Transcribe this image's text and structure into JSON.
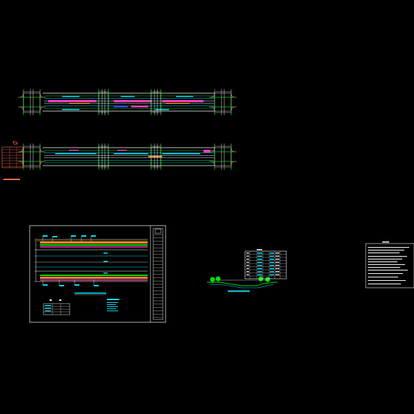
{
  "canvas": {
    "background": "#000000"
  },
  "colors": {
    "white": "#ffffff",
    "green": "#00e000",
    "cyan": "#00e5ff",
    "magenta": "#ff40c0",
    "red": "#ff3030",
    "orange": "#ff8a30",
    "yellow": "#ffe000",
    "blue": "#3050ff",
    "salmon": "#ff7050"
  },
  "drawings": [
    {
      "id": "plan-upper",
      "kind": "road plan"
    },
    {
      "id": "plan-lower",
      "kind": "road plan"
    },
    {
      "id": "legend-box",
      "kind": "small table"
    },
    {
      "id": "title-sheet",
      "kind": "framed drawing sheet with title block"
    },
    {
      "id": "cross-section",
      "kind": "road cross section"
    },
    {
      "id": "quantity-table",
      "kind": "table"
    },
    {
      "id": "notes",
      "kind": "text notes"
    }
  ]
}
